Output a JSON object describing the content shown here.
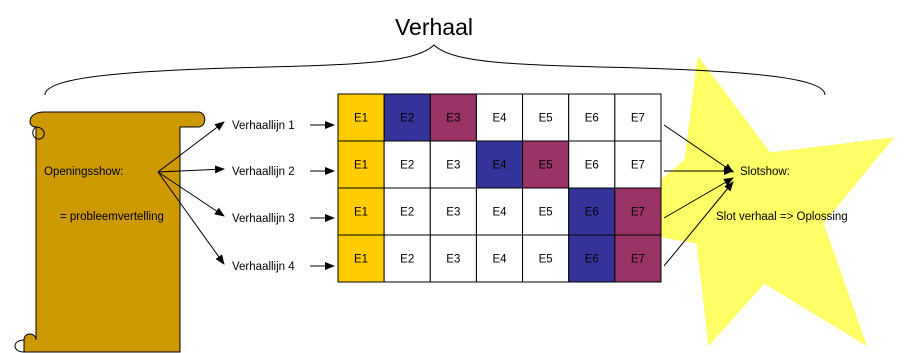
{
  "title": "Verhaal",
  "opening": {
    "label": "Openingsshow:",
    "description": "= probleemvertelling",
    "scroll_color": "#cc9900"
  },
  "storylines": [
    {
      "label": "Verhaallijn 1",
      "episodes": [
        "E1",
        "E2",
        "E3",
        "E4",
        "E5",
        "E6",
        "E7"
      ],
      "highlight": {
        "E2": "blue",
        "E3": "purple"
      }
    },
    {
      "label": "Verhaallijn 2",
      "episodes": [
        "E1",
        "E2",
        "E3",
        "E4",
        "E5",
        "E6",
        "E7"
      ],
      "highlight": {
        "E4": "blue",
        "E5": "purple"
      }
    },
    {
      "label": "Verhaallijn 3",
      "episodes": [
        "E1",
        "E2",
        "E3",
        "E4",
        "E5",
        "E6",
        "E7"
      ],
      "highlight": {
        "E6": "blue",
        "E7": "purple"
      }
    },
    {
      "label": "Verhaallijn 4",
      "episodes": [
        "E1",
        "E2",
        "E3",
        "E4",
        "E5",
        "E6",
        "E7"
      ],
      "highlight": {
        "E6": "blue",
        "E7": "purple"
      }
    }
  ],
  "closing": {
    "label": "Slotshow:",
    "description": "Slot verhaal => Oplossing",
    "star_color": "#ffff66"
  },
  "colors": {
    "first_column": "#ffcc00",
    "blue": "#333399",
    "purple": "#993366",
    "default": "#ffffff"
  }
}
